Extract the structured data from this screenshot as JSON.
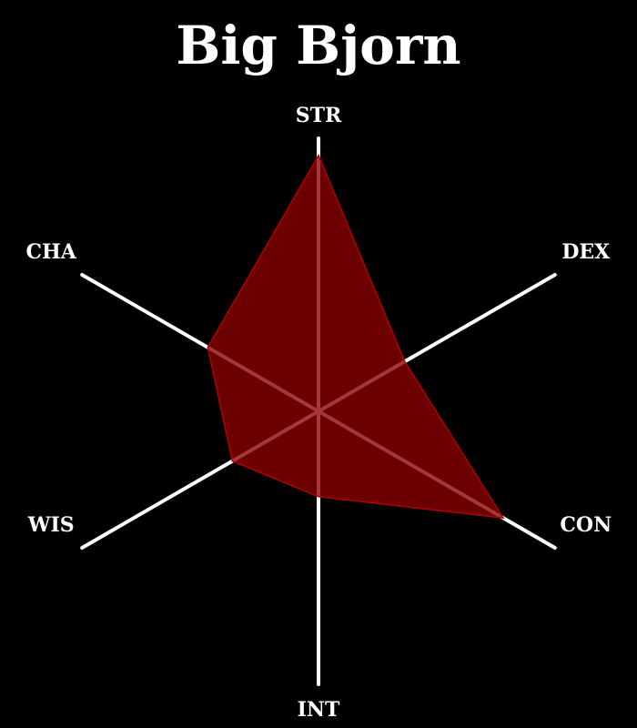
{
  "chart_data": {
    "type": "radar",
    "title": "Big Bjorn",
    "categories": [
      "STR",
      "DEX",
      "CON",
      "INT",
      "WIS",
      "CHA"
    ],
    "series": [
      {
        "values": [
          18,
          7,
          15,
          6,
          7,
          9
        ]
      }
    ],
    "rmax": 19.2,
    "grid": false,
    "legend": "none",
    "colors": {
      "background": "#000000",
      "axis": "#ffffff",
      "fill": "#8b0000",
      "stroke": "#b00000",
      "text": "#ffffff"
    }
  }
}
